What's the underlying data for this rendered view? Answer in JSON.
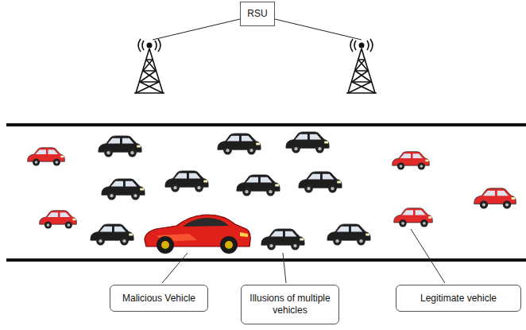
{
  "diagram": {
    "nodes": [
      {
        "text": [
          "RSU"
        ]
      },
      {
        "text": [
          "Malicious Vehicle"
        ]
      },
      {
        "text": [
          "Illusions of multiple vehicles"
        ]
      },
      {
        "text": [
          "Legitimate vehicle"
        ]
      }
    ]
  }
}
